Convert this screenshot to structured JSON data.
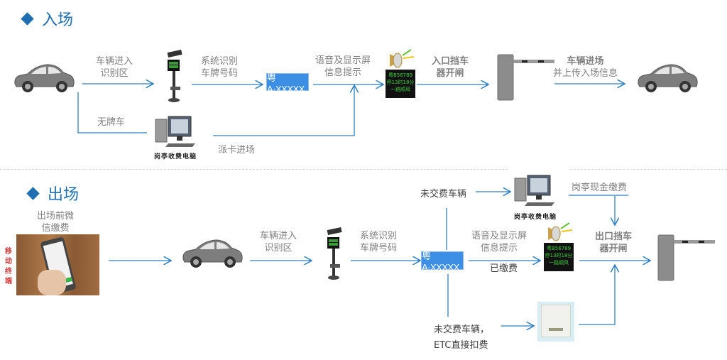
{
  "entry": {
    "title": "入场",
    "step_enter_zone": [
      "车辆进入",
      "识别区"
    ],
    "step_recognize": [
      "系统识别",
      "车牌号码"
    ],
    "plate_text": "粤A·XXXXX",
    "step_voice_display": [
      "语音及显示屏",
      "信息提示"
    ],
    "step_gate_open": [
      "入口挡车",
      "器开闸"
    ],
    "step_vehicle_in": [
      "车辆进场",
      "并上传入场信息"
    ],
    "no_plate_label": "无牌车",
    "issue_card_label": "派卡进场",
    "booth_pc_caption": "岗亭收费电脑"
  },
  "exit": {
    "title": "出场",
    "prepay_label": [
      "出场前微",
      "信缴费"
    ],
    "mobile_terminal_label": "移动终端",
    "step_enter_zone": [
      "车辆进入",
      "识别区"
    ],
    "step_recognize": [
      "系统识别",
      "车牌号码"
    ],
    "plate_text": "粤A·XXXXX",
    "unpaid_label": "未交费车辆",
    "booth_pc_caption": "岗亭收费电脑",
    "booth_cash_label": "岗亭现金缴费",
    "step_voice_display": [
      "语音及显示屏",
      "信息提示"
    ],
    "paid_label": "已缴费",
    "step_gate_open": [
      "出口挡车",
      "器开闸"
    ],
    "etc_label": [
      "未交费车辆，",
      "ETC直接扣费"
    ]
  },
  "display_screen_text": [
    "粤B56789",
    "停13时18分",
    "一路顺风"
  ],
  "colors": {
    "accent": "#1f6fb2",
    "arrow": "#2e7fc1",
    "label": "#7f7f7f",
    "plate": "#3d8fe6",
    "mobile_tag": "#d23c3c"
  }
}
